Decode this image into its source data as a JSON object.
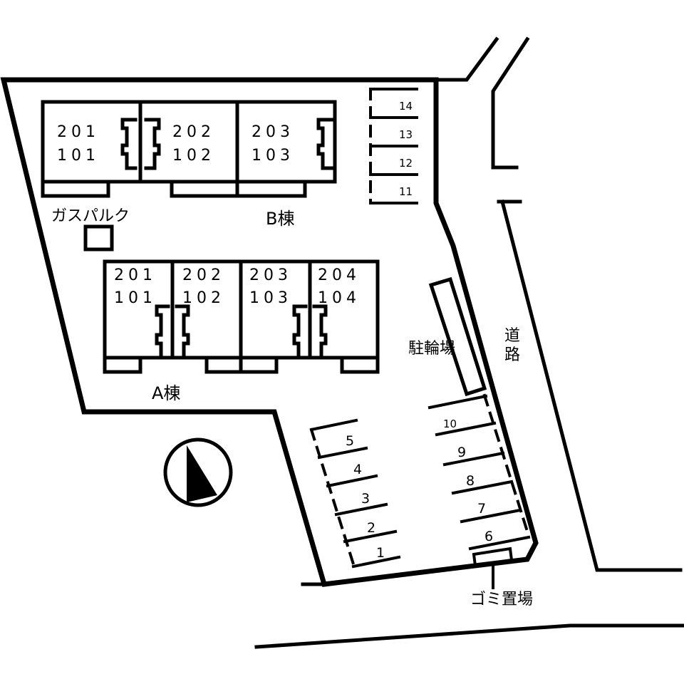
{
  "building_b": {
    "label": "B棟",
    "units": [
      {
        "upper": "201",
        "lower": "101"
      },
      {
        "upper": "202",
        "lower": "102"
      },
      {
        "upper": "203",
        "lower": "103"
      }
    ]
  },
  "building_a": {
    "label": "A棟",
    "units": [
      {
        "upper": "201",
        "lower": "101"
      },
      {
        "upper": "202",
        "lower": "102"
      },
      {
        "upper": "203",
        "lower": "103"
      },
      {
        "upper": "204",
        "lower": "104"
      }
    ]
  },
  "gas_label": "ガスパルク",
  "bicycle_label": "駐輪場",
  "road_label": [
    "道",
    "路"
  ],
  "garbage_label": "ゴミ置場",
  "parking_top": [
    "14",
    "13",
    "12",
    "11"
  ],
  "parking_right": [
    "10",
    "9",
    "8",
    "7",
    "6"
  ],
  "parking_left": [
    "5",
    "4",
    "3",
    "2",
    "1"
  ]
}
